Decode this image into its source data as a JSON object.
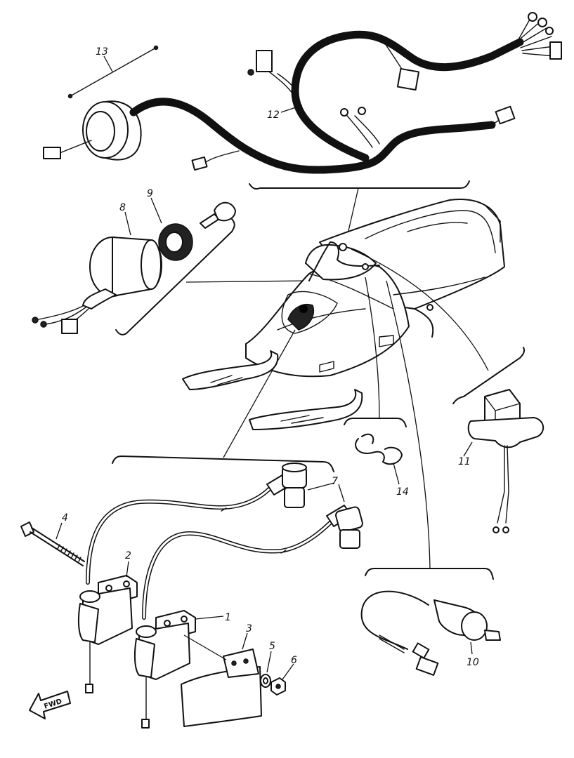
{
  "callouts": {
    "c1": "1",
    "c2": "2",
    "c3": "3",
    "c4": "4",
    "c5": "5",
    "c6": "6",
    "c7": "7",
    "c8": "8",
    "c9": "9",
    "c10": "10",
    "c11": "11",
    "c12": "12",
    "c13": "13",
    "c14": "14"
  },
  "direction_arrow": {
    "label": "FWD"
  },
  "colors": {
    "ink": "#111111",
    "paper": "#ffffff"
  }
}
